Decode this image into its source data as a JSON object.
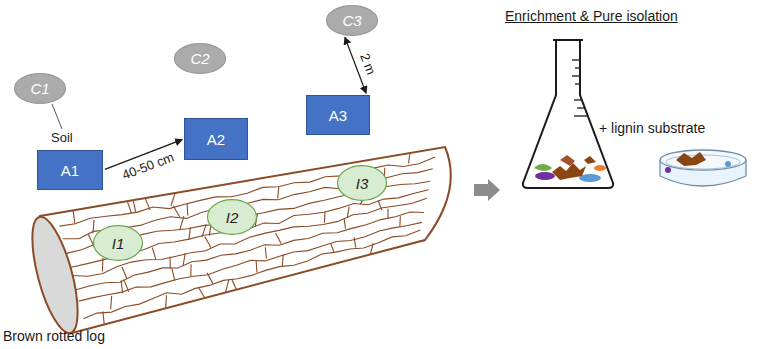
{
  "diagram": {
    "nodes": [
      {
        "text": [
          "C1"
        ]
      },
      {
        "text": [
          "C2"
        ]
      },
      {
        "text": [
          "C3"
        ]
      },
      {
        "text": [
          "A1"
        ]
      },
      {
        "text": [
          "A2"
        ]
      },
      {
        "text": [
          "A3"
        ]
      },
      {
        "text": [
          "I1"
        ]
      },
      {
        "text": [
          "I2"
        ]
      },
      {
        "text": [
          "I3"
        ]
      }
    ],
    "edges": [
      {
        "from": 3,
        "to": 4,
        "label": "40-50 cm",
        "arrow": "to"
      },
      {
        "from": 2,
        "to": 5,
        "label": "2 m",
        "arrow": "both"
      }
    ],
    "labels": [
      "Soil",
      "Brown rotted log",
      "Enrichment & Pure isolation",
      "+ lignin substrate"
    ]
  }
}
